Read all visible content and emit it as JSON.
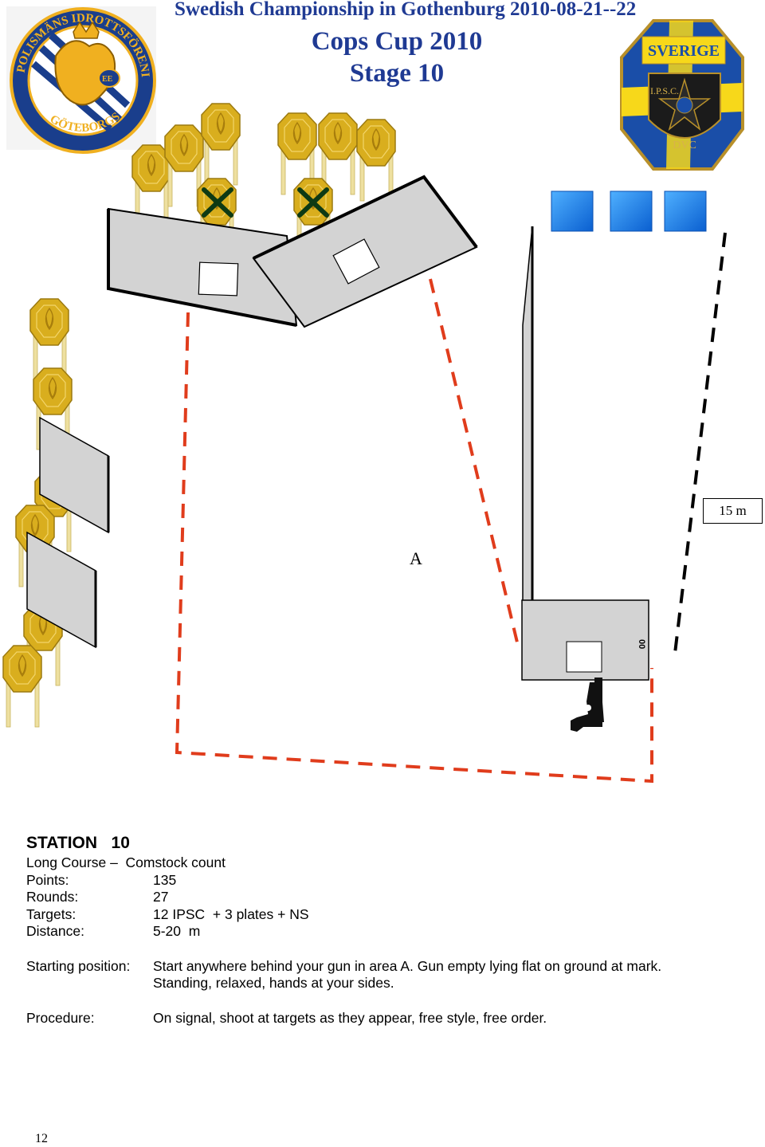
{
  "header": {
    "event": "Swedish Championship in Gothenburg 2010-08-21--22",
    "cup": "Cops Cup 2010",
    "stage": "Stage 10"
  },
  "logos": {
    "left": {
      "ring_text_top": "POLISMÄNS IDROTTSFÖRENING",
      "ring_text_bottom": "GÖTEBORGS",
      "monogram": "EE",
      "colors": {
        "ring": "#1a3e8c",
        "gold": "#f0b020",
        "stripe": "#ffffff"
      }
    },
    "right": {
      "country": "SVERIGE",
      "org": "I.P.S.C.",
      "motto": "DVC",
      "colors": {
        "blue": "#1a4ea8",
        "yellow": "#f7d81a",
        "star": "#1b1b1b"
      }
    }
  },
  "diagram": {
    "area_label": "A",
    "distance_label": "15 m",
    "plate_code": "00",
    "colors": {
      "target": "#d9ae1e",
      "target_stand": "#eee0a0",
      "wall": "#d3d3d3",
      "fault_line": "#e03c1c",
      "boundary": "#000000",
      "plate": "#1e7de8",
      "no_shoot_mark": "#0e3a14"
    },
    "icons": [
      "ipsc-target-icon",
      "steel-plate-icon",
      "pistol-icon",
      "no-shoot-cross-icon"
    ]
  },
  "station": {
    "title": "STATION   10",
    "course": "Long Course –  Comstock count",
    "fields": [
      {
        "label": "Points:",
        "value": "135"
      },
      {
        "label": "Rounds:",
        "value": "27"
      },
      {
        "label": "Targets:",
        "value": "12 IPSC  + 3 plates + NS"
      },
      {
        "label": "Distance:",
        "value": "5-20  m"
      }
    ],
    "starting_position": {
      "label": "Starting position:",
      "line1": "Start anywhere behind your gun in area A. Gun empty lying flat on ground at mark.",
      "line2": "Standing, relaxed, hands at your sides."
    },
    "procedure": {
      "label": "Procedure:",
      "text": "On signal, shoot at targets as they appear, free style, free order."
    }
  },
  "page_number": "12"
}
